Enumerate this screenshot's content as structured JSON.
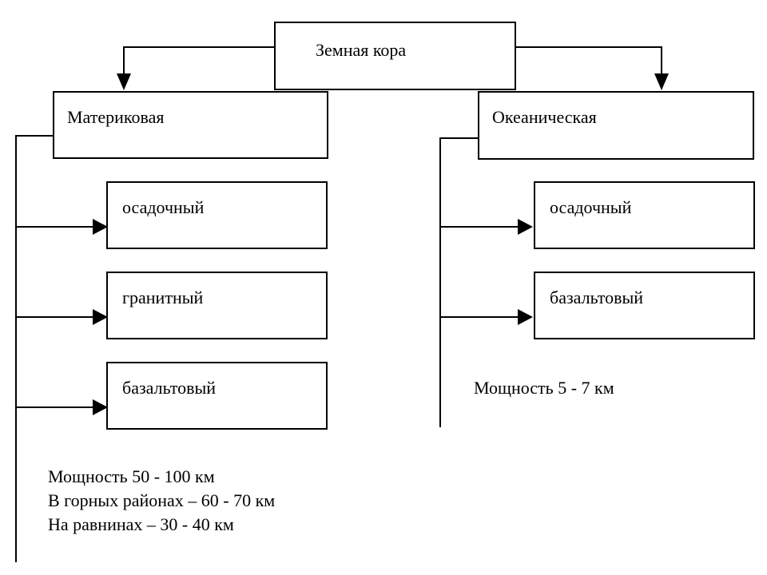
{
  "root": {
    "label": "Земная кора"
  },
  "continental": {
    "title": "Материковая",
    "layers": [
      "осадочный",
      "гранитный",
      "базальтовый"
    ],
    "notes": [
      "Мощность 50 - 100 км",
      "В горных районах – 60 - 70 км",
      "На равнинах – 30 - 40 км"
    ]
  },
  "oceanic": {
    "title": "Океаническая",
    "layers": [
      "осадочный",
      "базальтовый"
    ],
    "notes": [
      "Мощность 5 - 7 км"
    ]
  },
  "colors": {
    "line": "#000000",
    "background": "#ffffff"
  }
}
